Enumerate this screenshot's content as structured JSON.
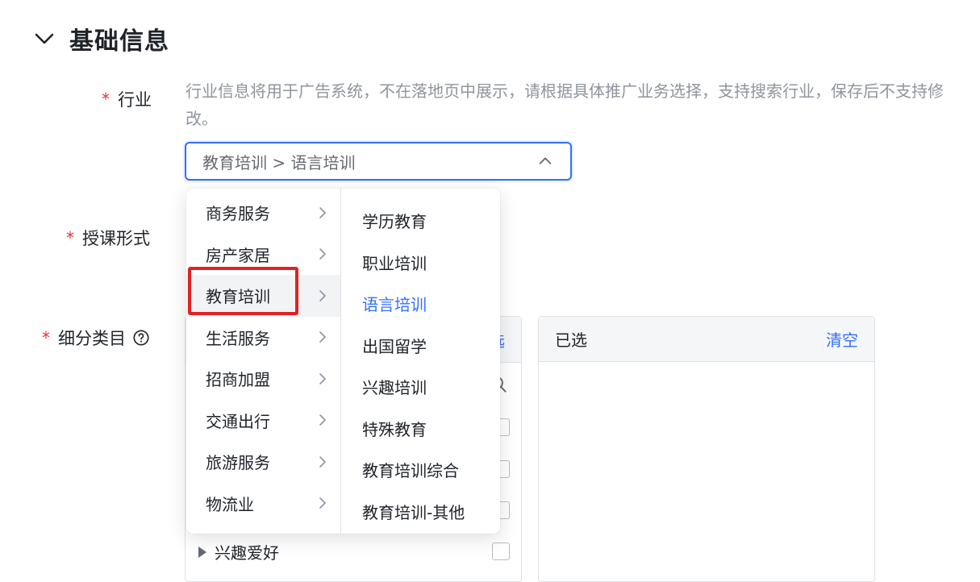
{
  "section": {
    "title": "基础信息",
    "icon": "chevron-down-icon"
  },
  "industry": {
    "required_mark": "*",
    "label": "行业",
    "helper_text": "行业信息将用于广告系统，不在落地页中展示，请根据具体推广业务选择，支持搜索行业，保存后不支持修改。",
    "value": "教育培训 > 语言培训"
  },
  "teaching": {
    "required_mark": "*",
    "label": "授课形式"
  },
  "subcategory": {
    "required_mark": "*",
    "label": "细分类目",
    "partial_link": "选",
    "visible_tree_item": "兴趣爱好",
    "selected_panel": {
      "title": "已选",
      "clear_label": "清空"
    }
  },
  "cascader": {
    "primary": [
      {
        "label": "商务服务"
      },
      {
        "label": "房产家居"
      },
      {
        "label": "教育培训",
        "active": true
      },
      {
        "label": "生活服务"
      },
      {
        "label": "招商加盟"
      },
      {
        "label": "交通出行"
      },
      {
        "label": "旅游服务"
      },
      {
        "label": "物流业"
      }
    ],
    "secondary": [
      {
        "label": "学历教育"
      },
      {
        "label": "职业培训"
      },
      {
        "label": "语言培训",
        "selected": true
      },
      {
        "label": "出国留学"
      },
      {
        "label": "兴趣培训"
      },
      {
        "label": "特殊教育"
      },
      {
        "label": "教育培训综合"
      },
      {
        "label": "教育培训-其他"
      }
    ]
  },
  "colors": {
    "accent": "#3370ff",
    "required": "#e5302f",
    "highlight": "#e02222"
  }
}
